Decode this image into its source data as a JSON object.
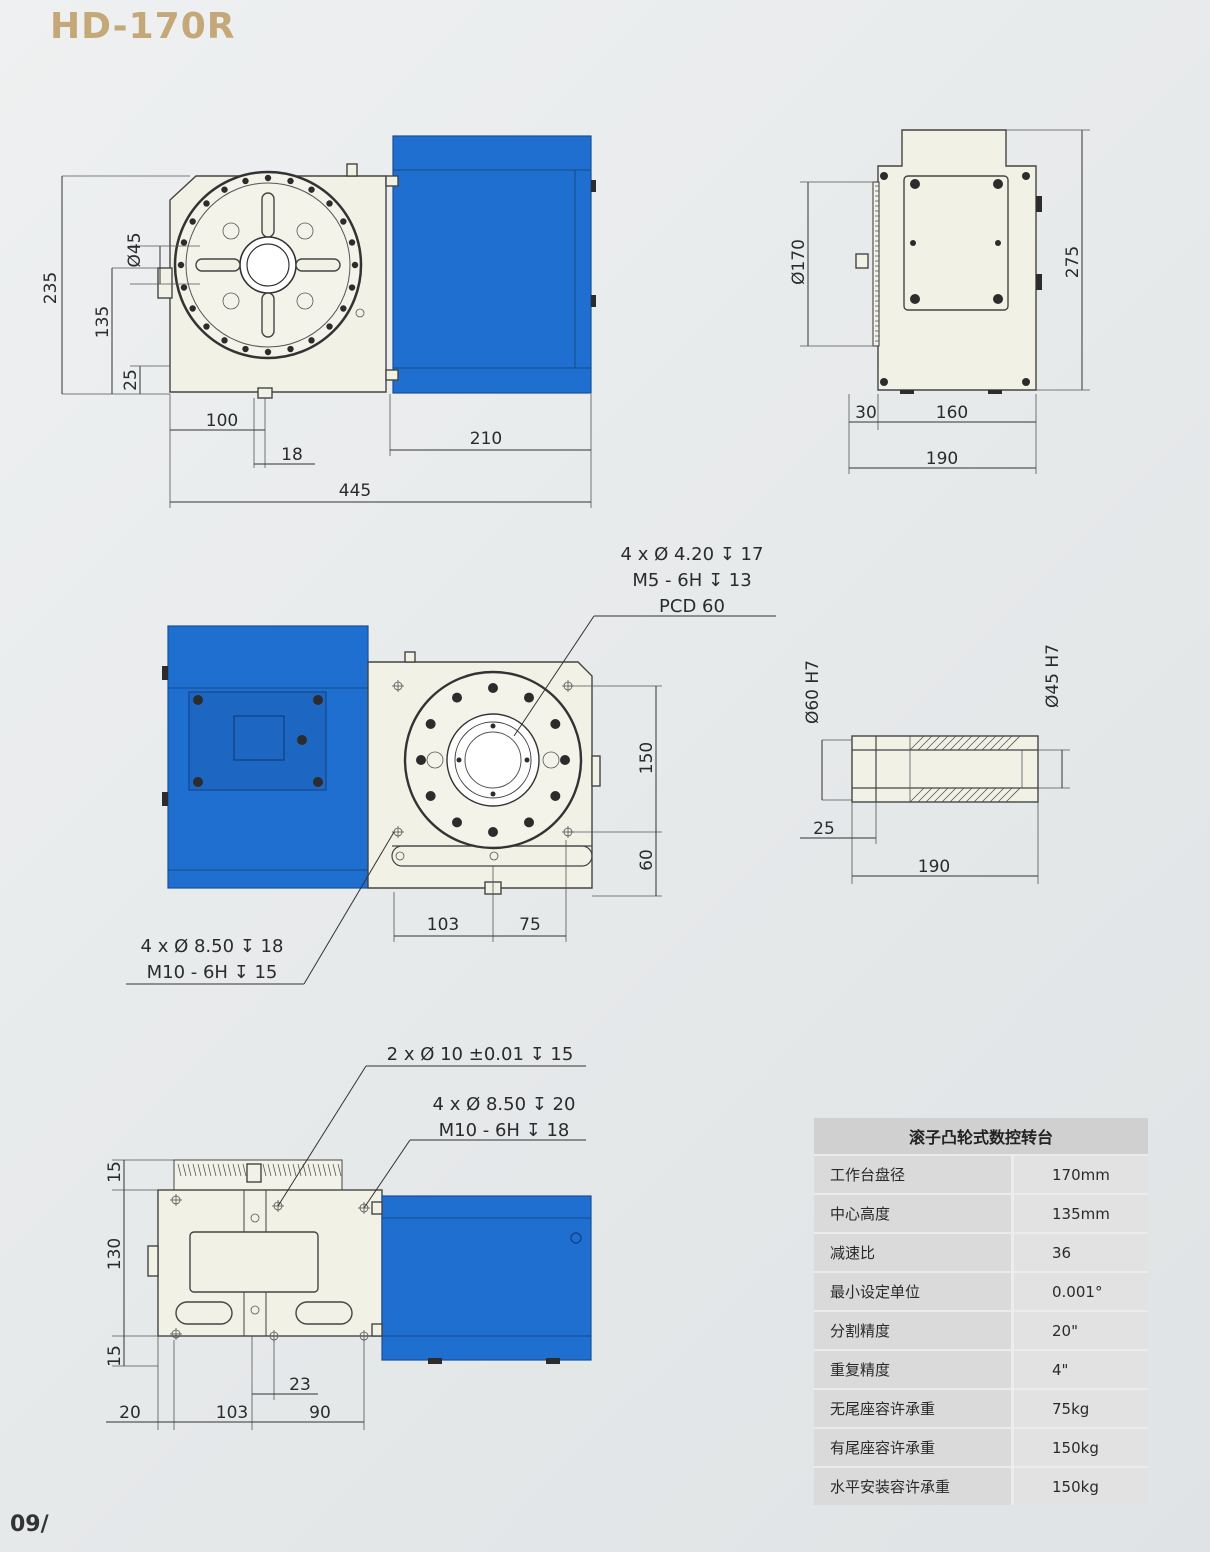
{
  "title": "HD-170R",
  "page_number": "09/",
  "views": {
    "front": {
      "dims": [
        "235",
        "135",
        "25",
        "100",
        "18",
        "210",
        "445"
      ],
      "diameter": "45"
    },
    "side": {
      "dims": [
        "275",
        "30",
        "160",
        "190"
      ],
      "diameter": "170"
    },
    "top": {
      "callout_top": [
        "4 x Ø 4.20 ↧ 17",
        "M5 - 6H ↧ 13",
        "PCD 60"
      ],
      "callout_bottom": [
        "4 x Ø 8.50 ↧ 18",
        "M10 - 6H ↧ 15"
      ],
      "dims": [
        "150",
        "60",
        "103",
        "75"
      ]
    },
    "section": {
      "dims": [
        "Ø60 H7",
        "Ø45 H7",
        "25",
        "190"
      ]
    },
    "bottom": {
      "callout_a": "2 x Ø 10 ±0.01 ↧ 15",
      "callout_b": [
        "4 x Ø 8.50 ↧ 20",
        "M10 - 6H ↧ 18"
      ],
      "dims": [
        "15",
        "130",
        "15",
        "20",
        "103",
        "23",
        "90"
      ]
    }
  },
  "spec_table": {
    "header": "滚子凸轮式数控转台",
    "rows": [
      {
        "label": "工作台盘径",
        "value": "170mm"
      },
      {
        "label": "中心高度",
        "value": "135mm"
      },
      {
        "label": "减速比",
        "value": "36"
      },
      {
        "label": "最小设定单位",
        "value": "0.001°"
      },
      {
        "label": "分割精度",
        "value": "20\""
      },
      {
        "label": "重复精度",
        "value": "4\""
      },
      {
        "label": "无尾座容许承重",
        "value": "75kg"
      },
      {
        "label": "有尾座容许承重",
        "value": "150kg"
      },
      {
        "label": "水平安装容许承重",
        "value": "150kg"
      }
    ]
  },
  "colors": {
    "motor": "#1f6fd0",
    "title": "#c4a878",
    "background": "#e8eaeb"
  }
}
